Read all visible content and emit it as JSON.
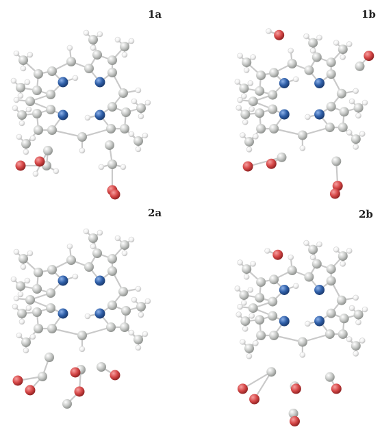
{
  "panels": [
    {
      "id": "1a",
      "label": "1a"
    },
    {
      "id": "1b",
      "label": "1b"
    },
    {
      "id": "2a",
      "label": "2a"
    },
    {
      "id": "2b",
      "label": "2b"
    }
  ],
  "colors": {
    "carbon": "#c2c4c2",
    "hydrogen": "#f3f3f3",
    "nitrogen": "#2f5fa8",
    "oxygen": "#d64848",
    "bond": "#c9c9c9",
    "label": "#222222"
  }
}
